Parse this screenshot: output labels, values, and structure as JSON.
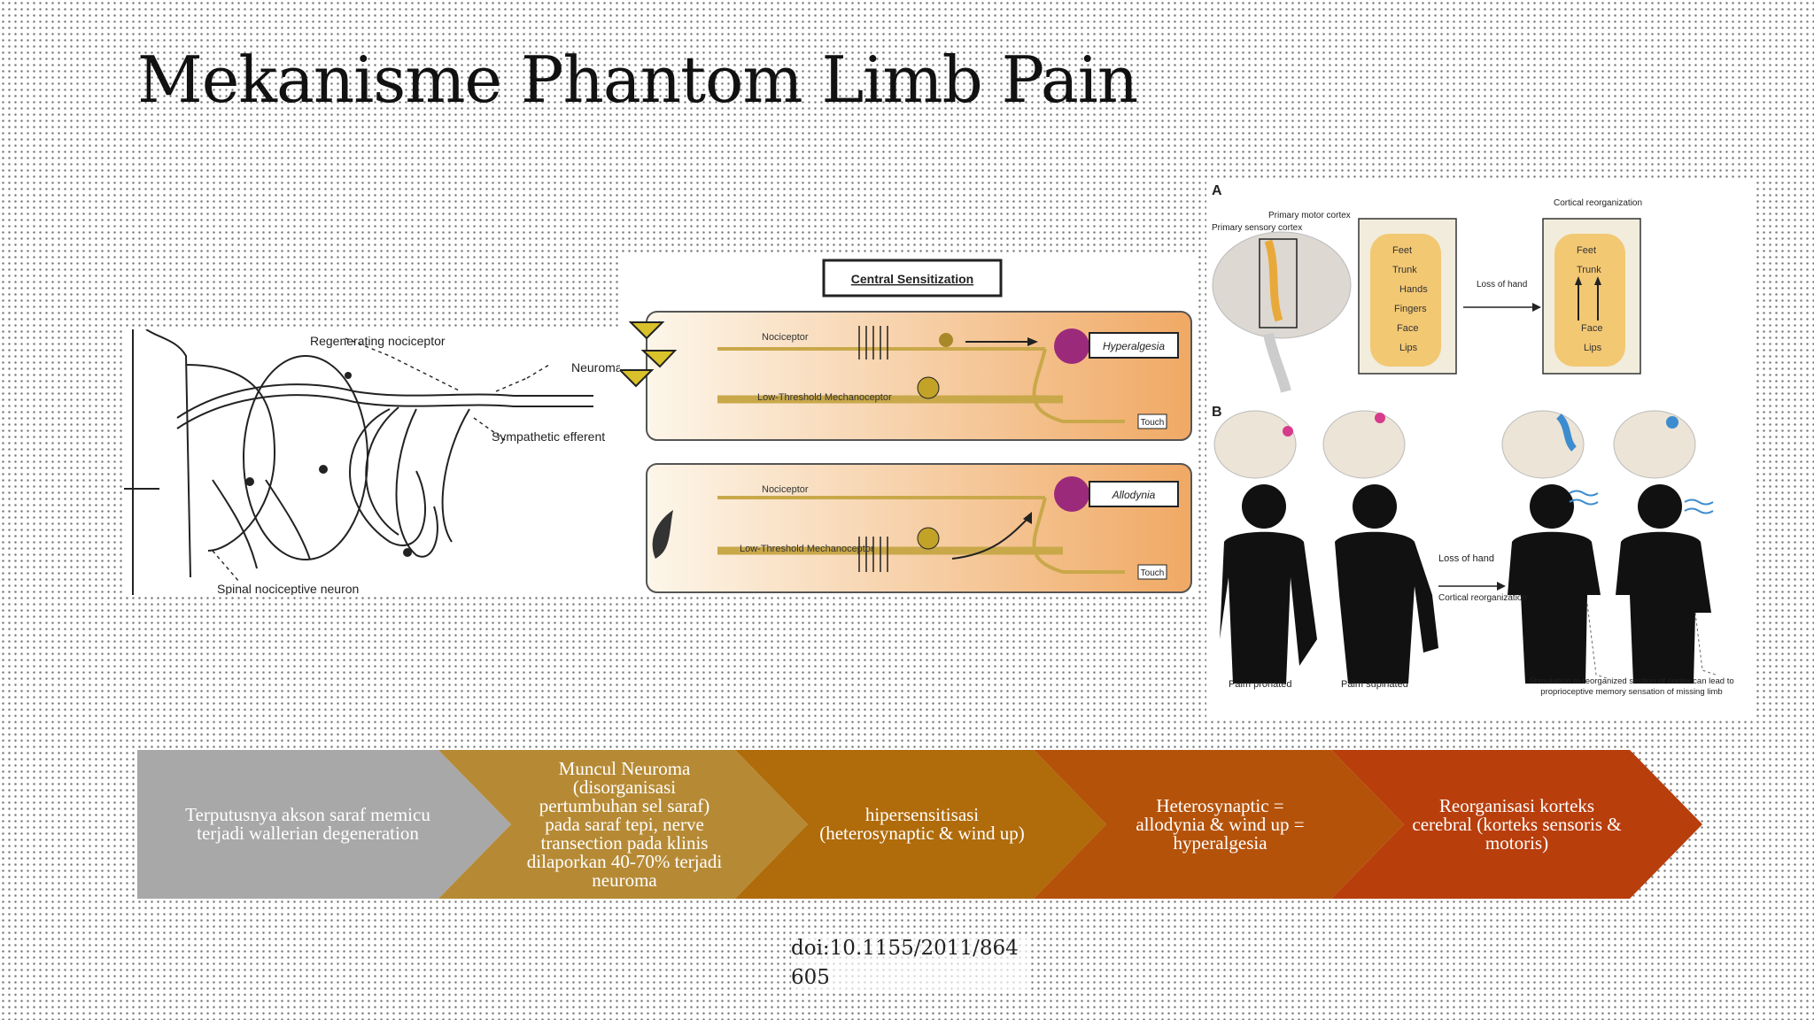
{
  "slide": {
    "title": "Mekanisme Phantom Limb Pain",
    "doi": "doi:10.1155/2011/864605"
  },
  "figure_left": {
    "labels": {
      "regenerating": "Regenerating nociceptor",
      "neuroma": "Neuroma",
      "sympathetic": "Sympathetic efferent",
      "spinal": "Spinal nociceptive neuron"
    }
  },
  "figure_middle": {
    "title": "Central Sensitization",
    "panel_top": {
      "nociceptor": "Nociceptor",
      "mechanoceptor": "Low-Threshold Mechanoceptor",
      "result": "Hyperalgesia",
      "touch": "Touch"
    },
    "panel_bottom": {
      "nociceptor": "Nociceptor",
      "mechanoceptor": "Low-Threshold Mechanoceptor",
      "result": "Allodynia",
      "touch": "Touch"
    }
  },
  "figure_right": {
    "panel_a": {
      "letter": "A",
      "sensory": "Primary sensory cortex",
      "motor": "Primary motor cortex",
      "cortical_reorg": "Cortical reorganization",
      "loss": "Loss of hand",
      "map_before": [
        "Feet",
        "Trunk",
        "Hands",
        "Fingers",
        "Face",
        "Lips"
      ],
      "map_after": [
        "Feet",
        "Trunk",
        "Face",
        "Lips"
      ]
    },
    "panel_b": {
      "letter": "B",
      "loss": "Loss of hand",
      "reorg": "Cortical reorganization",
      "palm_pronated": "Palm pronated",
      "palm_supinated": "Palm supinated",
      "stimulation": "Stimulation to reorganized section of cortex can lead to proprioceptive memory sensation of missing limb"
    }
  },
  "process_steps": [
    {
      "text": "Terputusnya akson saraf memicu terjadi wallerian degeneration",
      "color": "#a8a8a8"
    },
    {
      "text": "Muncul Neuroma (disorganisasi pertumbuhan sel saraf) pada saraf tepi, nerve transection pada klinis dilaporkan 40-70% terjadi neuroma",
      "color": "#b68a35"
    },
    {
      "text": "hipersensitisasi (heterosynaptic & wind up)",
      "color": "#b06b0a"
    },
    {
      "text": "Heterosynaptic = allodynia & wind up = hyperalgesia",
      "color": "#b5520a"
    },
    {
      "text": "Reorganisasi korteks cerebral (korteks sensoris & motoris)",
      "color": "#b83e0c"
    }
  ]
}
